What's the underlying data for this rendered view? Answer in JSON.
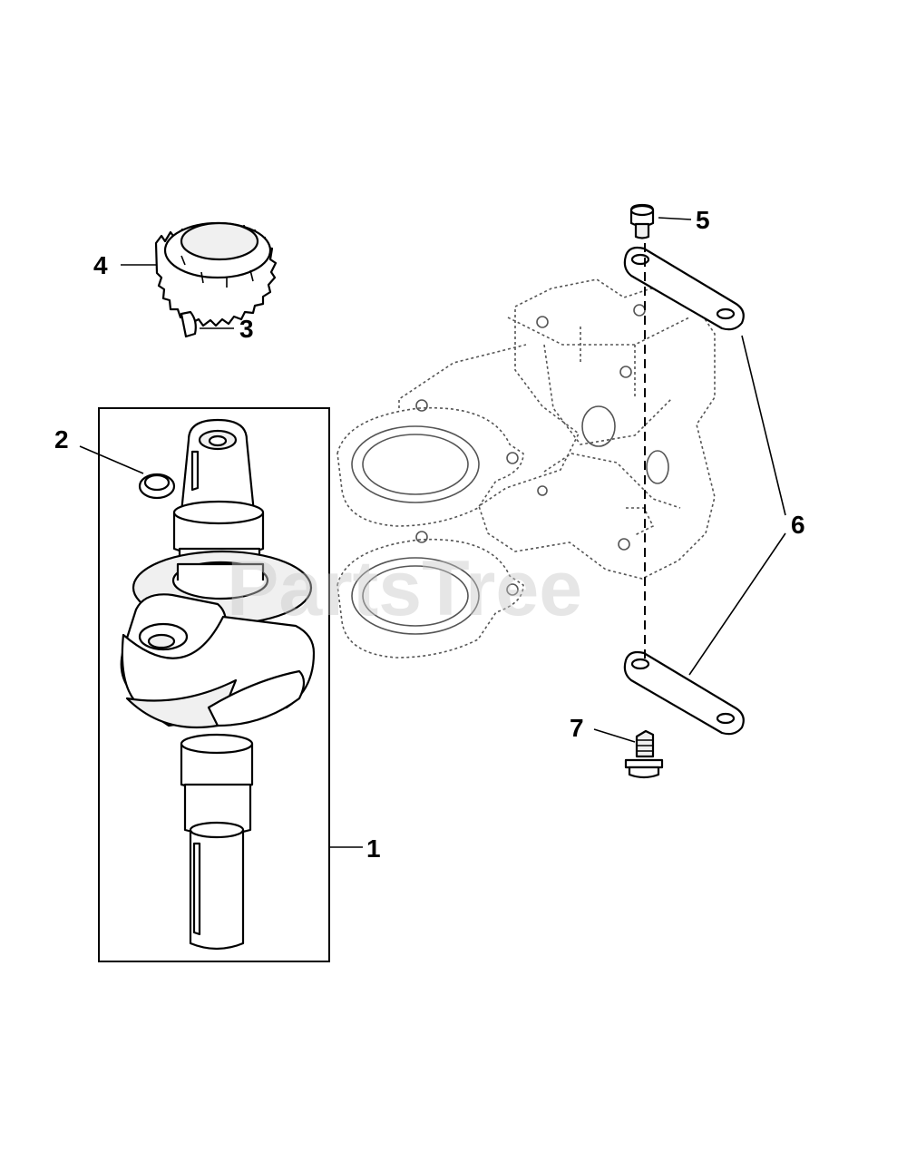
{
  "diagram": {
    "callouts": [
      {
        "id": "1",
        "label": "1"
      },
      {
        "id": "2",
        "label": "2"
      },
      {
        "id": "3",
        "label": "3"
      },
      {
        "id": "4",
        "label": "4"
      },
      {
        "id": "5",
        "label": "5"
      },
      {
        "id": "6",
        "label": "6"
      },
      {
        "id": "7",
        "label": "7"
      }
    ],
    "parts": [
      {
        "name": "crankshaft-icon",
        "callout": "1"
      },
      {
        "name": "oil-seal-ring-icon",
        "callout": "2"
      },
      {
        "name": "woodruff-key-icon",
        "callout": "3"
      },
      {
        "name": "crank-gear-icon",
        "callout": "4"
      },
      {
        "name": "cap-screw-icon",
        "callout": "5"
      },
      {
        "name": "connecting-link-icon",
        "callout": "6"
      },
      {
        "name": "flange-bolt-icon",
        "callout": "7"
      }
    ]
  },
  "watermark": {
    "text": "PartsTree"
  }
}
